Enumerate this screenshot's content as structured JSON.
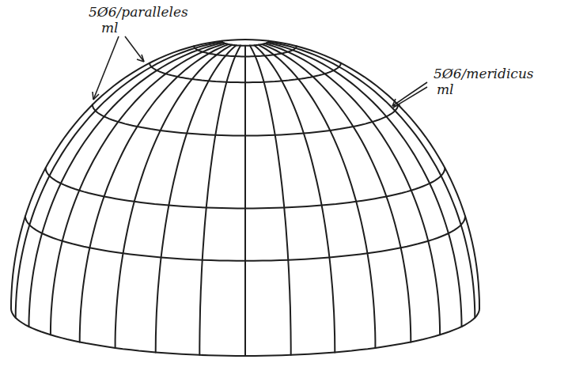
{
  "diagram": {
    "labels": [
      "5Ø6/paralleles",
      "ml",
      "5Ø6/meridicus",
      "ml"
    ]
  }
}
